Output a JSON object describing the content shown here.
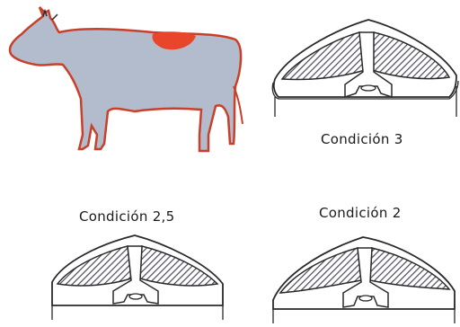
{
  "labels": {
    "condition_3": "Condición 3",
    "condition_2_5": "Condición 2,5",
    "condition_2": "Condición 2"
  },
  "colors": {
    "cow_body": "#b3bccd",
    "cow_outline": "#c8402a",
    "highlight": "#e8452a",
    "muscle_hatch": "#4a4a5a",
    "line": "#2a2a2a"
  }
}
